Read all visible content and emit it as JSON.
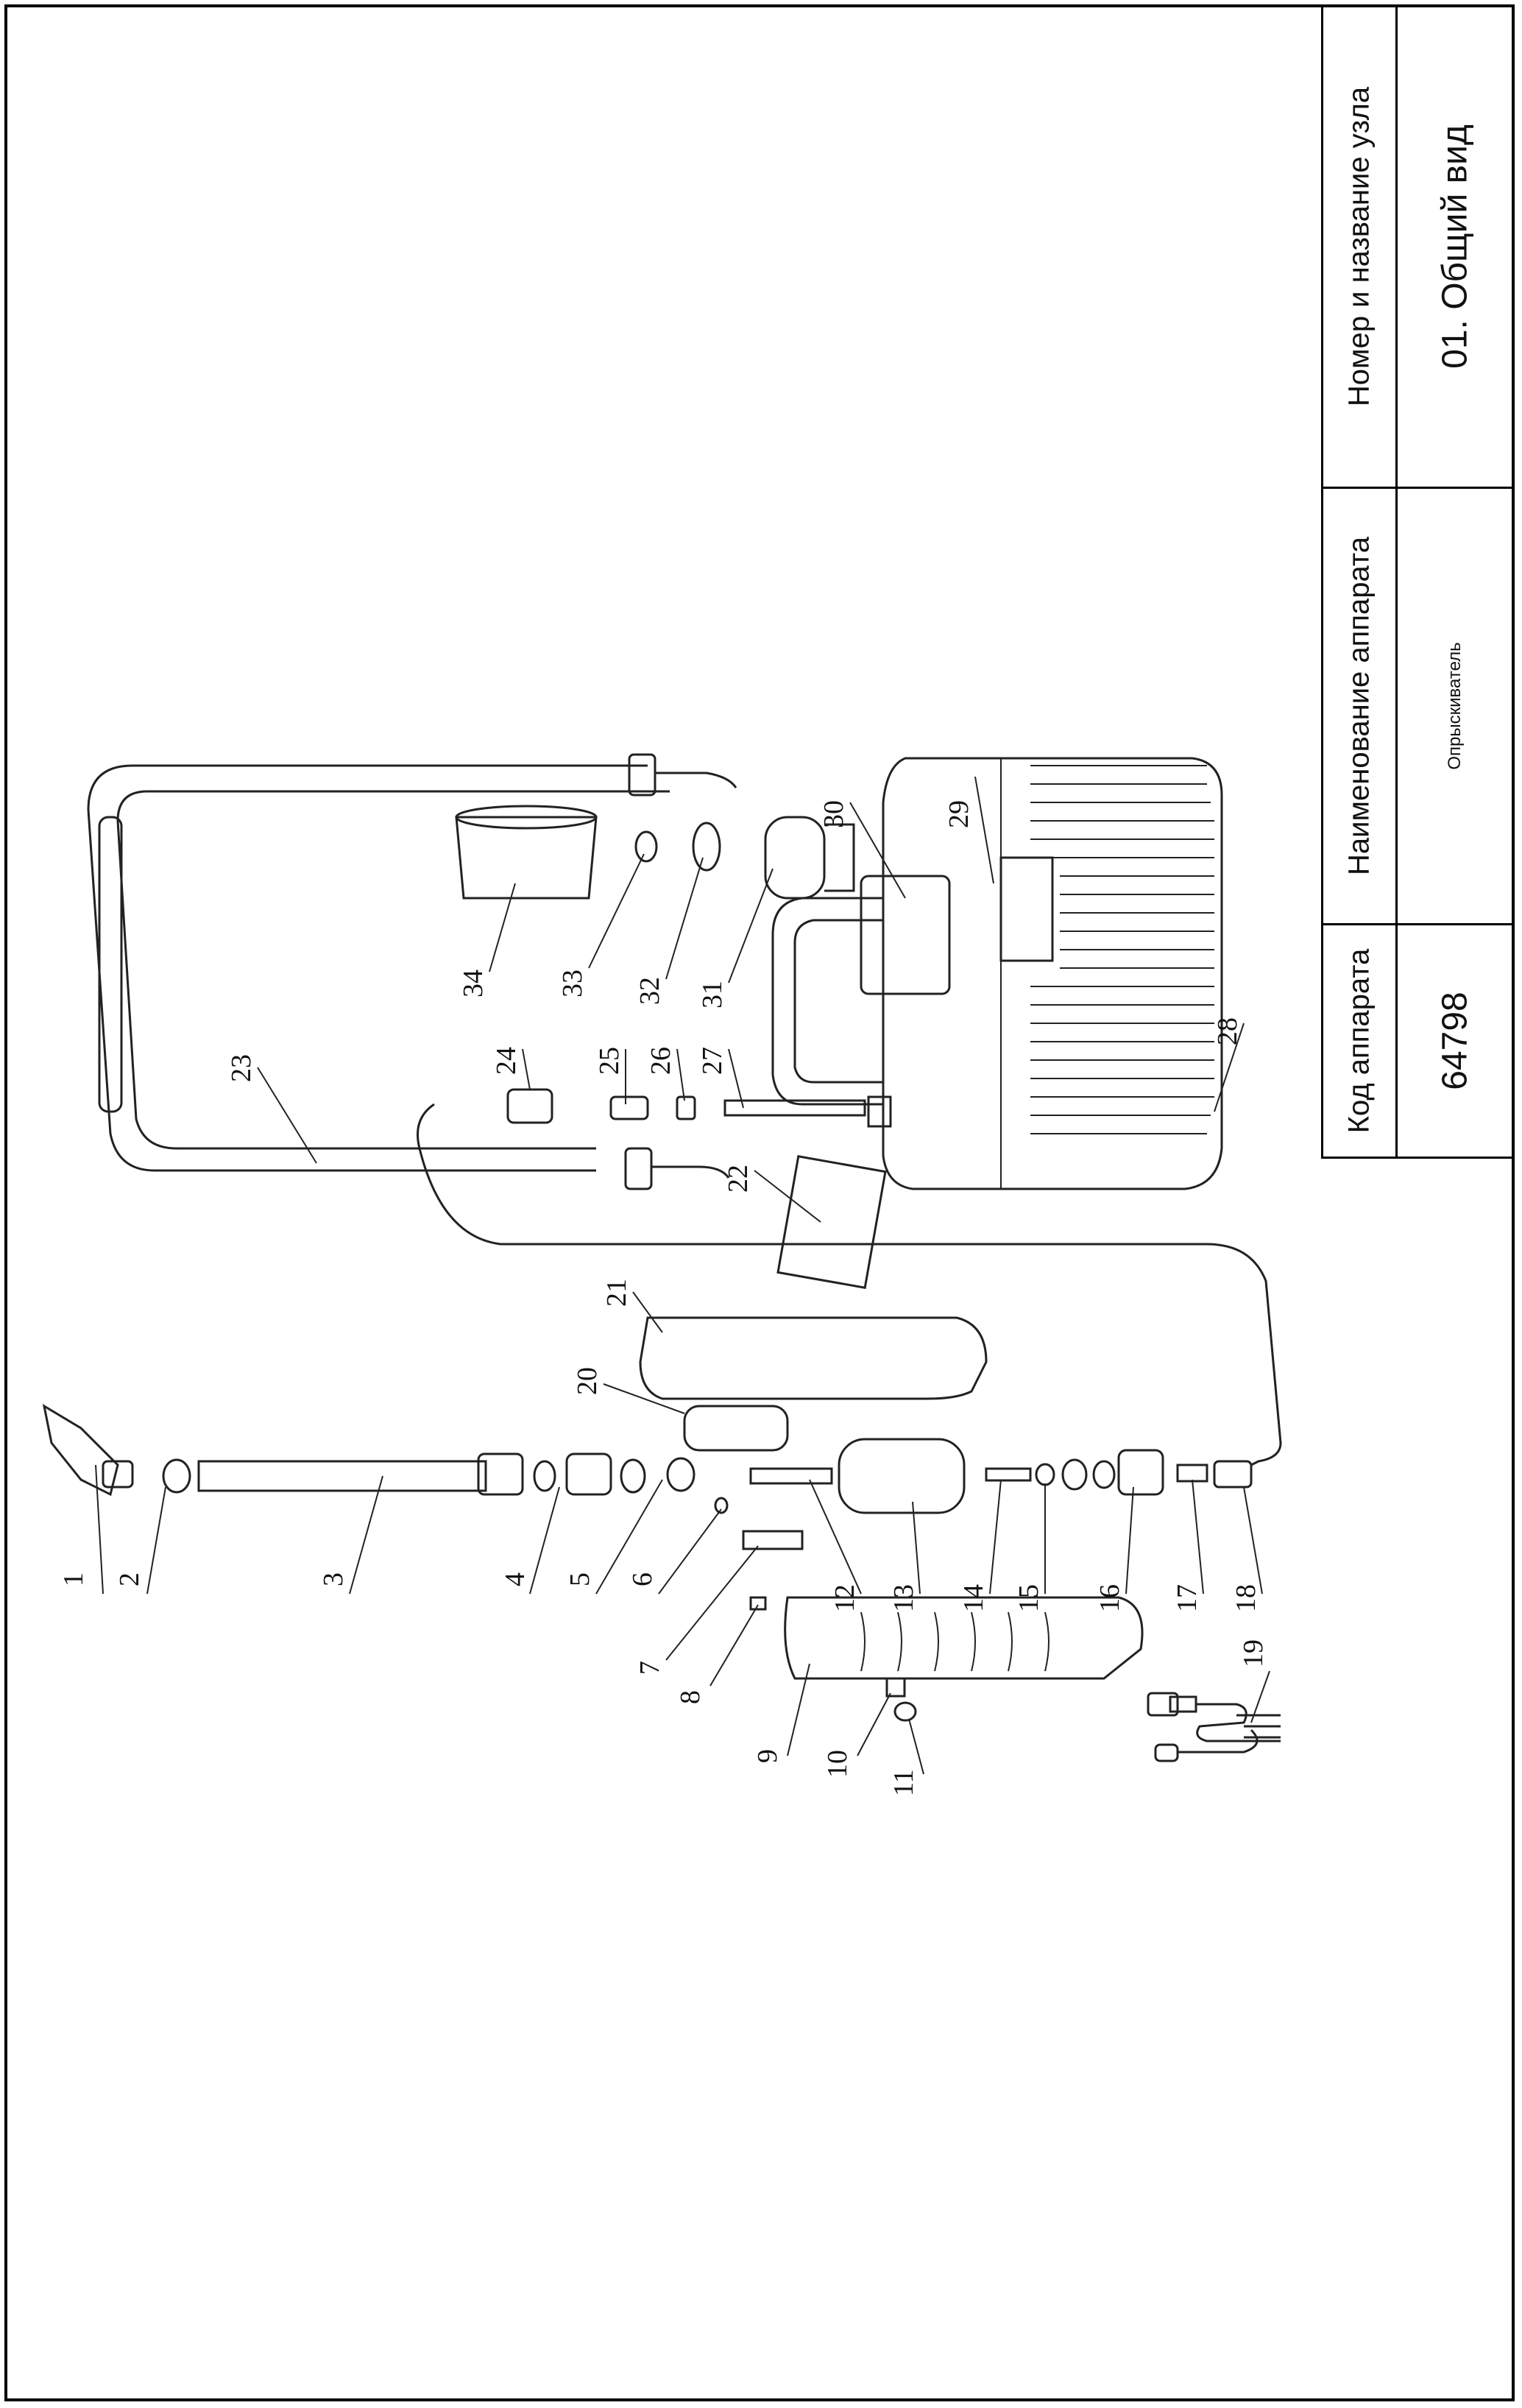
{
  "title_block": {
    "code_header": "Код аппарата",
    "code_value": "64798",
    "name_header": "Наименование аппарата",
    "name_value": "Опрыскиватель",
    "node_header": "Номер и название узла",
    "node_value": "01. Общий вид"
  },
  "callouts": [
    "1",
    "2",
    "3",
    "4",
    "5",
    "6",
    "7",
    "8",
    "9",
    "10",
    "11",
    "12",
    "13",
    "14",
    "15",
    "16",
    "17",
    "18",
    "19",
    "20",
    "21",
    "22",
    "23",
    "24",
    "25",
    "26",
    "27",
    "28",
    "29",
    "30",
    "31",
    "32",
    "33",
    "34"
  ]
}
